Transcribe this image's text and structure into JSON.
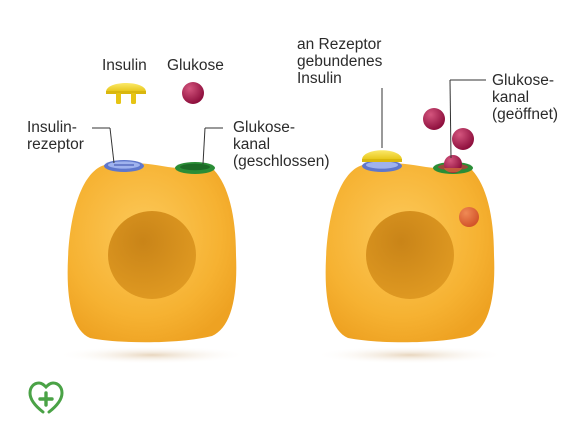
{
  "left_panel": {
    "insulin_label": "Insulin",
    "glucose_label": "Glukose",
    "receptor_label": [
      "Insulin-",
      "rezeptor"
    ],
    "channel_label": [
      "Glukose-",
      "kanal",
      "(geschlossen)"
    ]
  },
  "right_panel": {
    "bound_insulin_label": [
      "an Rezeptor",
      "gebundenes",
      "Insulin"
    ],
    "channel_label": [
      "Glukose-",
      "kanal",
      "(geöffnet)"
    ]
  },
  "colors": {
    "cell": "#f7b43a",
    "nucleus": "#d98a14",
    "insulin": "#f2d52a",
    "receptor": "#6f86d6",
    "channel": "#2e9a3e",
    "glucose": "#a8174c",
    "glucose_inside": "#e06a35",
    "logo": "#49a246"
  },
  "logo_icon": "heart-plus-icon"
}
